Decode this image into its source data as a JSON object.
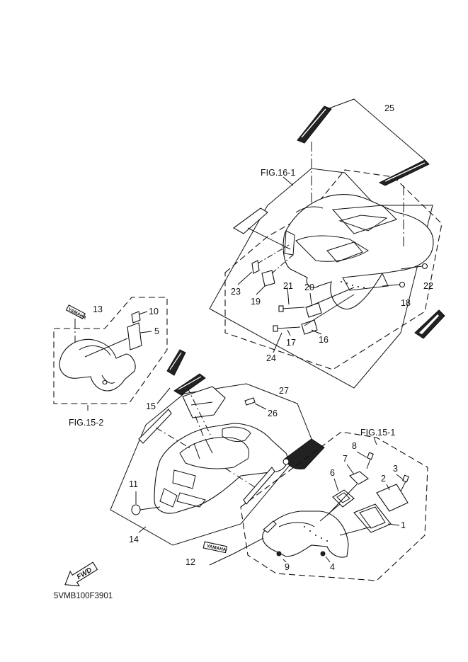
{
  "diagram": {
    "figure_refs": [
      "FIG.16-1",
      "FIG.15-2",
      "FIG.15-1"
    ],
    "part_numbers": [
      "1",
      "2",
      "3",
      "4",
      "5",
      "6",
      "7",
      "8",
      "9",
      "10",
      "11",
      "12",
      "13",
      "14",
      "15",
      "16",
      "17",
      "18",
      "19",
      "20",
      "21",
      "22",
      "23",
      "24",
      "25",
      "26",
      "27"
    ],
    "decal_text": "YAMAHA",
    "fwd_label": "FWD",
    "drawing_code": "5VMB100F3901"
  }
}
